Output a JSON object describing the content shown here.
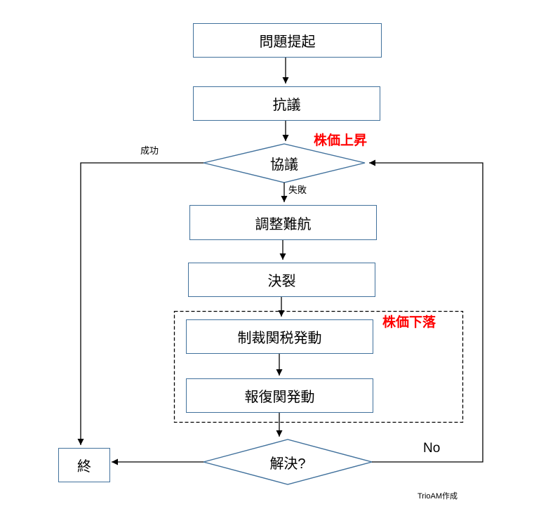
{
  "colors": {
    "box_border": "#41719C",
    "line": "#000000",
    "highlight_red": "#FF0000"
  },
  "nodes": {
    "problem": "問題提起",
    "protest": "抗議",
    "negotiation": "協議",
    "adjustment": "調整難航",
    "rupture": "決裂",
    "sanction": "制裁関税発動",
    "retaliation": "報復関発動",
    "resolved": "解決?",
    "end": "終"
  },
  "edge_labels": {
    "success": "成功",
    "failure": "失敗",
    "no": "No"
  },
  "annotations": {
    "stock_rise": "株価上昇",
    "stock_fall": "株価下落",
    "credit": "TrioAM作成"
  }
}
